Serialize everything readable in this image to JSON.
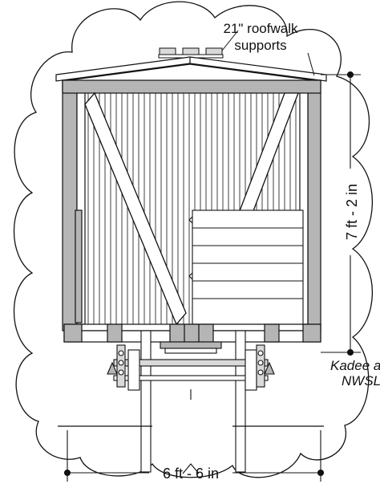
{
  "labels": {
    "roofwalk_line1": "21\" roofwalk",
    "roofwalk_line2": "supports",
    "height_dimension": "7 ft - 2 in",
    "width_dimension": "6 ft - 6 in",
    "coupler_note_line1": "Kadee a",
    "coupler_note_line2": "NWSL"
  },
  "colors": {
    "line": "#111111",
    "gray_fill": "#b5b5b5",
    "light_gray": "#d9d9d9",
    "background": "#ffffff"
  }
}
